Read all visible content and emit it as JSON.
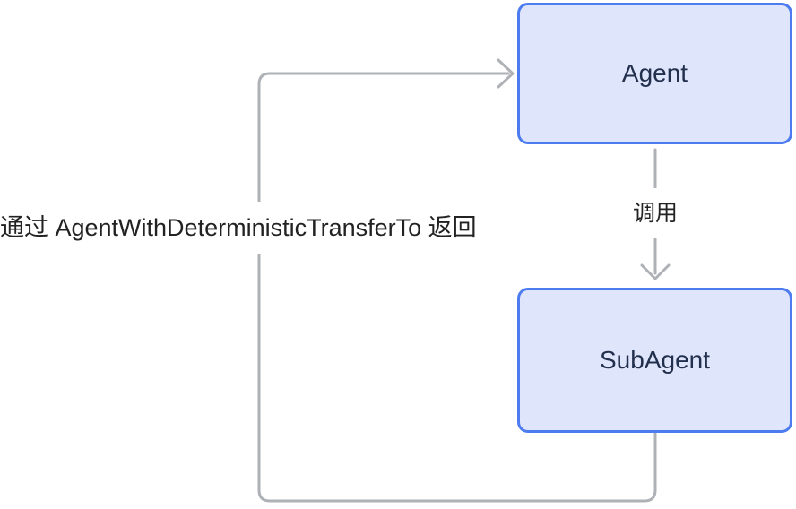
{
  "diagram": {
    "nodes": {
      "agent": {
        "id": "agent",
        "label": "Agent"
      },
      "subagent": {
        "id": "subagent",
        "label": "SubAgent"
      }
    },
    "edges": {
      "call": {
        "from": "Agent",
        "to": "SubAgent",
        "label": "调用",
        "direction": "down"
      },
      "return": {
        "from": "SubAgent",
        "to": "Agent",
        "label": "通过 AgentWithDeterministicTransferTo 返回",
        "direction": "loop-left"
      }
    }
  },
  "colors": {
    "node_fill": "#dfe6fc",
    "node_border": "#4d7cf0",
    "node_text": "#22304d",
    "connector": "#aeb1b6",
    "edge_label_text": "#222222",
    "canvas_bg": "#ffffff"
  }
}
